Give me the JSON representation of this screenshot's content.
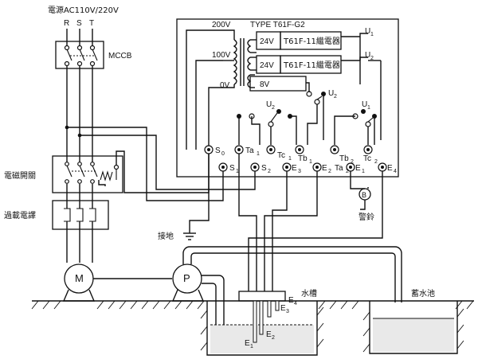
{
  "labels": {
    "power": "電源AC110V/220V",
    "phase_r": "R",
    "phase_s": "S",
    "phase_t": "T",
    "mccb": "MCCB",
    "contactor": "電磁開關",
    "overload": "過載電譯",
    "motor": "M",
    "pump": "P",
    "ground": "接地",
    "water_tank": "水槽",
    "reservoir": "蓄水池",
    "alarm": "警鈴",
    "bell": "B",
    "type": "TYPE T61F-G2",
    "v200": "200V",
    "v100": "100V",
    "v0": "0V",
    "v24a": "24V",
    "v24b": "24V",
    "v8": "8V",
    "relay1": "T61F-11繼電器",
    "relay2": "T61F-11繼電器",
    "u1_top": "U",
    "u2_top": "U",
    "u1_top_sub": "1",
    "u2_top_sub": "2"
  },
  "terminals_row1": [
    {
      "main": "S",
      "sub": "0"
    },
    {
      "main": "Ta",
      "sub": "1"
    },
    {
      "main": "Tc",
      "sub": "1"
    },
    {
      "main": "Tb",
      "sub": "1"
    },
    {
      "main": "Tb",
      "sub": "2"
    },
    {
      "main": "Tc",
      "sub": "2"
    }
  ],
  "terminals_row2": [
    {
      "main": "S",
      "sub": "1"
    },
    {
      "main": "S",
      "sub": "2"
    },
    {
      "main": "E",
      "sub": "3"
    },
    {
      "main": "E",
      "sub": "2"
    },
    {
      "main": "Ta",
      "sub": "2"
    },
    {
      "main": "E",
      "sub": "1"
    },
    {
      "main": "E",
      "sub": "4"
    }
  ],
  "switch_labels": [
    {
      "main": "U",
      "sub": "2"
    },
    {
      "main": "U",
      "sub": "2"
    },
    {
      "main": "U",
      "sub": "1"
    }
  ],
  "electrodes": [
    {
      "main": "E",
      "sub": "1"
    },
    {
      "main": "E",
      "sub": "2"
    },
    {
      "main": "E",
      "sub": "3"
    },
    {
      "main": "E",
      "sub": "4"
    }
  ]
}
